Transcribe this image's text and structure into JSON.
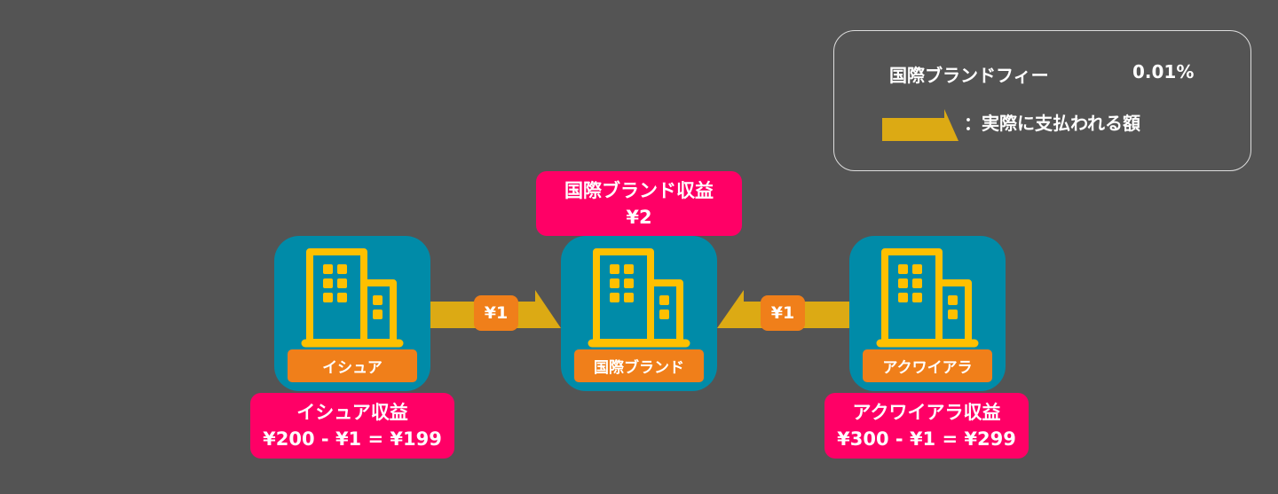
{
  "legend": {
    "fee_label": "国際ブランドフィー",
    "fee_value": "0.01%",
    "arrow_desc": "：実際に支払われる額"
  },
  "colors": {
    "background": "#545454",
    "tile": "#008ba8",
    "label": "#f07f1a",
    "revenue": "#ff0066",
    "arrow": "#dcaa14",
    "building": "#ffc000"
  },
  "nodes": {
    "issuer": {
      "label": "イシュア",
      "revenue_title": "イシュア収益",
      "revenue_formula": "¥200 - ¥1 = ¥199"
    },
    "brand": {
      "label": "国際ブランド",
      "revenue_title": "国際ブランド収益",
      "revenue_formula": "¥2"
    },
    "acquirer": {
      "label": "アクワイアラ",
      "revenue_title": "アクワイアラ収益",
      "revenue_formula": "¥300 - ¥1 = ¥299"
    }
  },
  "flows": [
    {
      "from": "issuer",
      "to": "brand",
      "amount": "¥1"
    },
    {
      "from": "acquirer",
      "to": "brand",
      "amount": "¥1"
    }
  ]
}
